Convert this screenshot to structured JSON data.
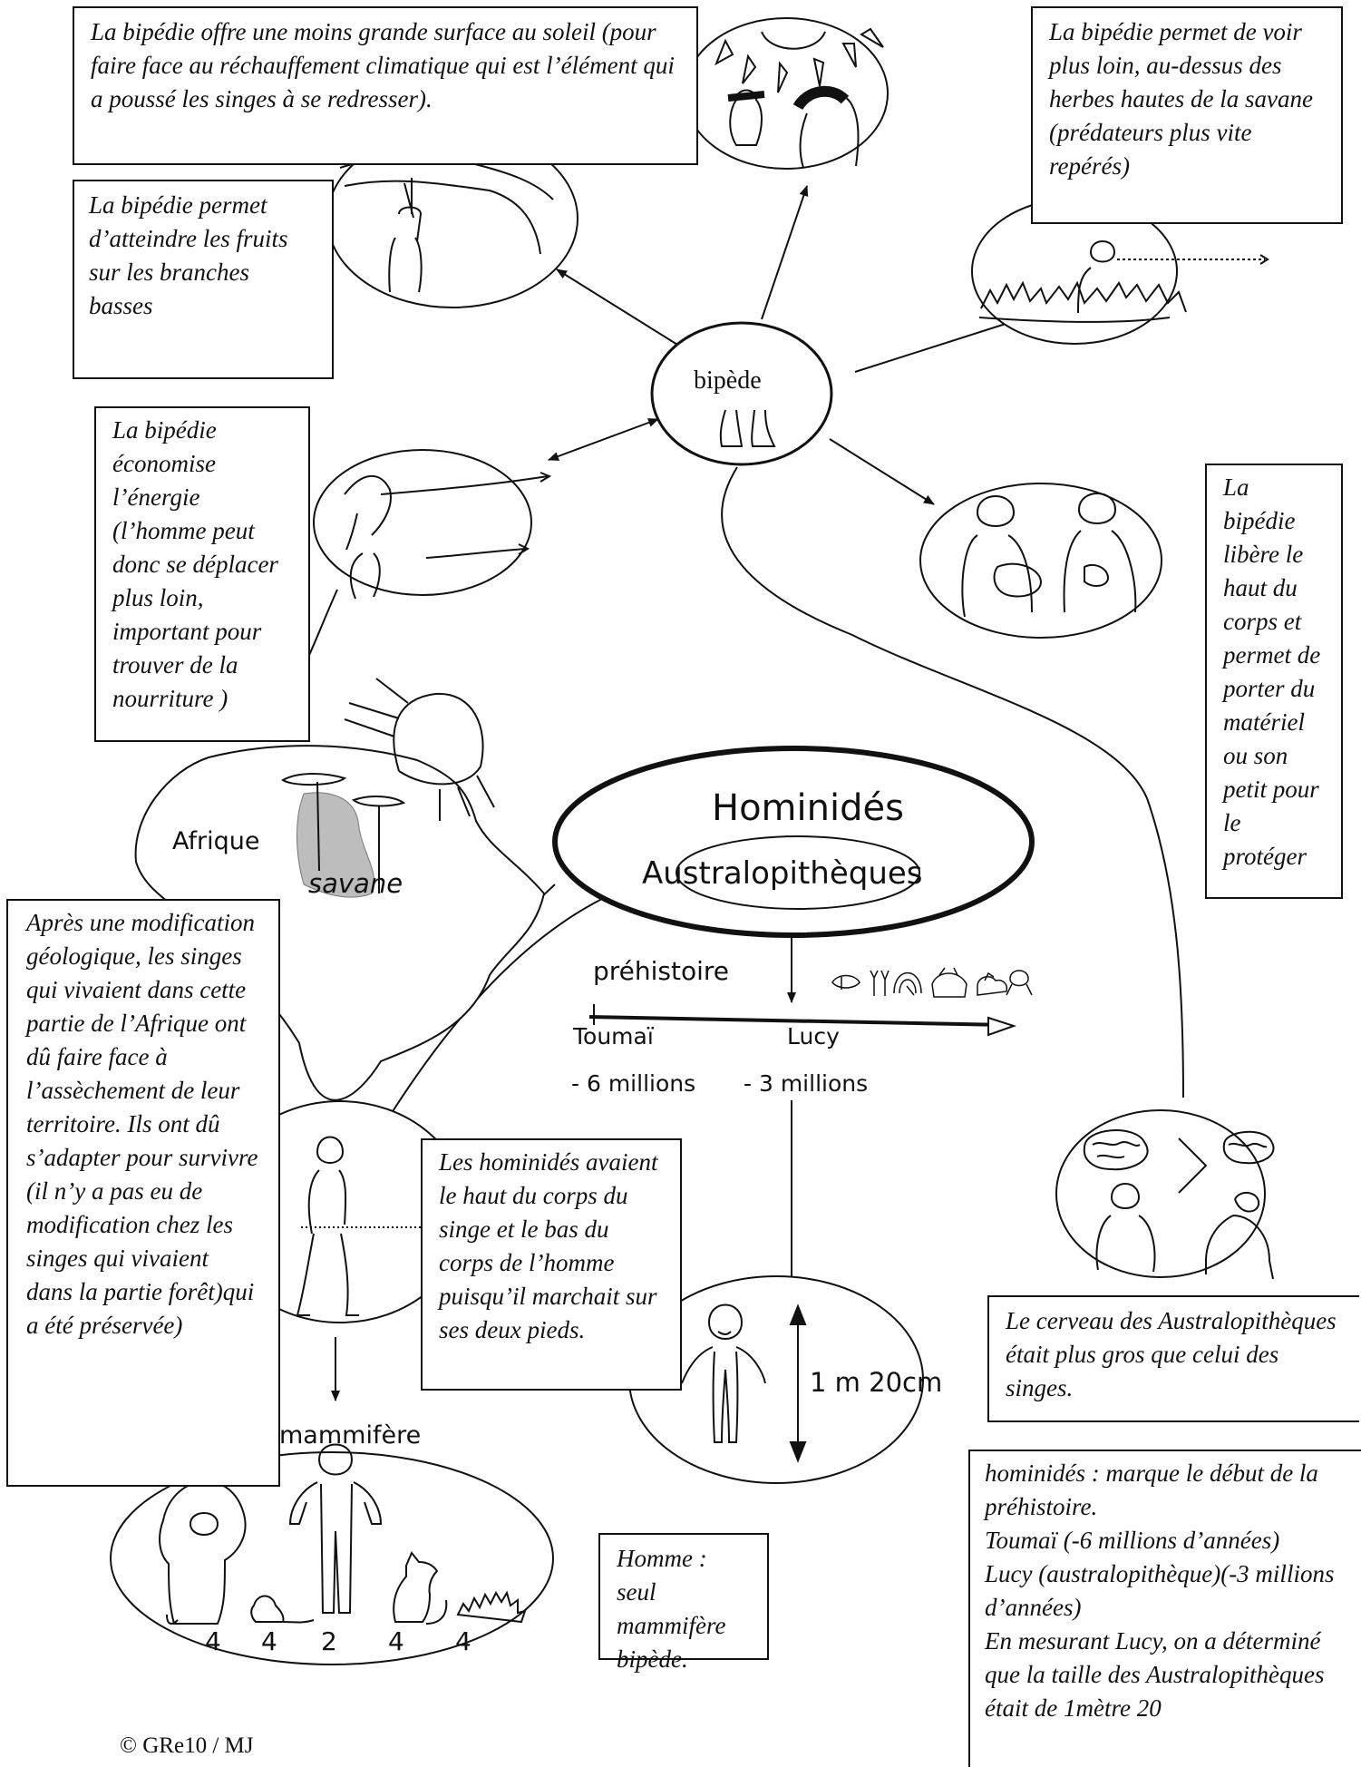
{
  "texts": {
    "box_sun": "La bipédie offre une moins grande surface au soleil (pour faire face au réchauffement climatique qui est l’élément qui a poussé les singes à se redresser).",
    "box_see": "La bipédie permet de voir plus loin, au-dessus des herbes hautes de la savane (prédateurs plus vite repérés)",
    "box_fruit": "La bipédie permet d’atteindre les fruits sur les branches basses",
    "box_energy": "La bipédie économise l’énergie (l’homme peut donc se déplacer plus loin, important pour trouver de la nourriture )",
    "box_free": "La bipédie libère le haut du corps et permet de porter du matériel ou son petit pour le protéger",
    "box_geo": "Après une modification géologique, les singes qui vivaient dans cette partie de l’Afrique ont dû faire face à l’assèchement de leur territoire. Ils ont dû s’adapter pour survivre (il  n’y a pas eu de modification chez les singes qui vivaient dans la partie forêt)qui a été préservée)",
    "box_body": "Les hominidés avaient le haut du corps du singe et le bas du corps de l’homme puisqu’il marchait sur ses deux pieds.",
    "box_brain": "Le cerveau des Australopithèques était plus gros que celui des singes.",
    "box_mammal": "Homme : seul mammifère bipède.",
    "box_summary": "hominidés : marque le début de la préhistoire.\nToumaï (-6 millions d’années)\nLucy (australopithèque)(-3 millions d’années)\nEn mesurant Lucy, on a déterminé que la taille des Australopithèques était de 1mètre 20"
  },
  "labels": {
    "bipede": "bipède",
    "hominides": "Hominidés",
    "australopitheques": "Australopithèques",
    "afrique": "Afrique",
    "savane": "savane",
    "prehistoire": "préhistoire",
    "toumai": "Toumaï",
    "lucy": "Lucy",
    "minus6": "- 6 millions",
    "minus3": "- 3 millions",
    "height": "1 m 20cm",
    "mammifere": "mammifère",
    "copyright": "© GRe10 / MJ"
  },
  "leg_counts": [
    "4",
    "4",
    "2",
    "4",
    "4"
  ],
  "icons": [
    "sun-icon",
    "tree-icon",
    "lookout-person-icon",
    "feet-icon",
    "walking-figures-icon",
    "carrying-mother-icon",
    "brain-icon",
    "ape-icon",
    "africa-map-icon",
    "lion-icon",
    "mouse-icon",
    "cat-icon",
    "hedgehog-icon",
    "standing-person-icon",
    "hominid-walking-icon"
  ]
}
